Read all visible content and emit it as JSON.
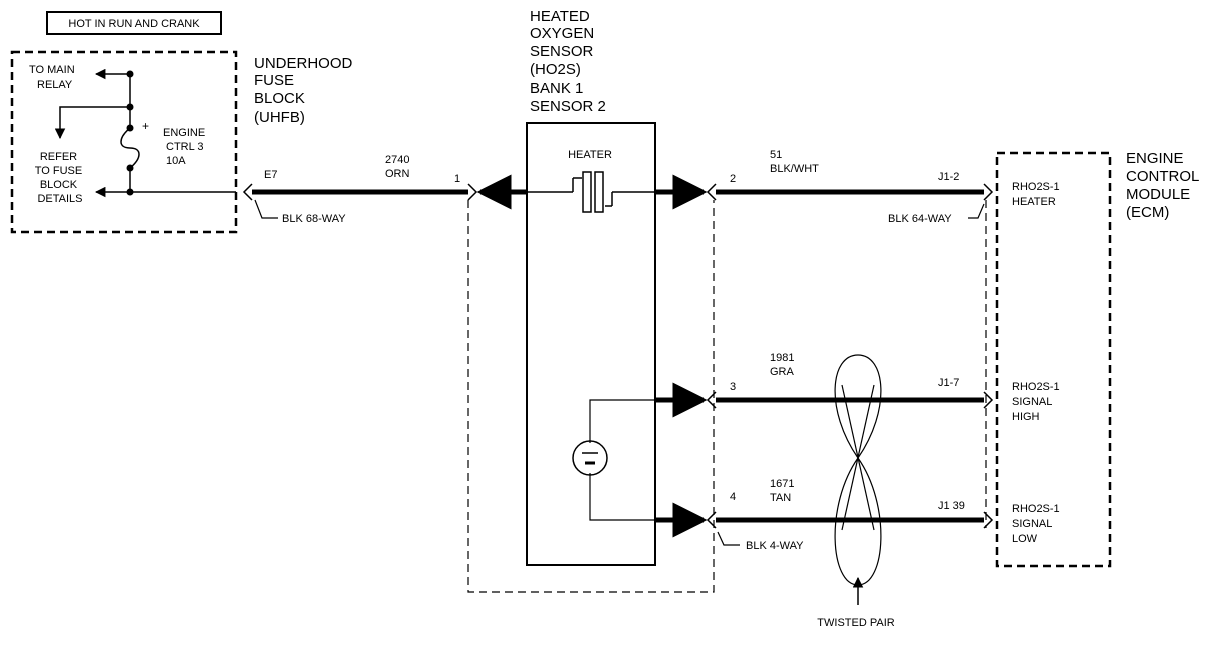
{
  "banner": "HOT IN RUN AND CRANK",
  "fuse_block": {
    "title_lines": [
      "UNDERHOOD",
      "FUSE",
      "BLOCK",
      "(UHFB)"
    ],
    "to_main_lines": [
      "TO MAIN",
      "RELAY"
    ],
    "refer_lines": [
      "REFER",
      "TO FUSE",
      "BLOCK",
      "DETAILS"
    ],
    "polarity": "+",
    "fuse_lines": [
      "ENGINE",
      "CTRL 3",
      "10A"
    ],
    "terminal": "E7",
    "connector": "BLK 68-WAY"
  },
  "wires": {
    "w1_circuit": "2740",
    "w1_color": "ORN",
    "w2_circuit": "51",
    "w2_color": "BLK/WHT",
    "w3_circuit": "1981",
    "w3_color": "GRA",
    "w4_circuit": "1671",
    "w4_color": "TAN"
  },
  "sensor": {
    "title_lines": [
      "HEATED",
      "OXYGEN",
      "SENSOR",
      "(HO2S)",
      "BANK 1",
      "SENSOR 2"
    ],
    "heater_label": "HEATER",
    "pin_1": "1",
    "pin_2": "2",
    "pin_3": "3",
    "pin_4": "4",
    "connector": "BLK 4-WAY"
  },
  "ecm": {
    "title_lines": [
      "ENGINE",
      "CONTROL",
      "MODULE",
      "(ECM)"
    ],
    "pin_a": "J1-2",
    "pin_b": "J1-7",
    "pin_c": "J1 39",
    "connector": "BLK 64-WAY",
    "label_a_lines": [
      "RHO2S-1",
      "HEATER"
    ],
    "label_b_lines": [
      "RHO2S-1",
      "SIGNAL",
      "HIGH"
    ],
    "label_c_lines": [
      "RHO2S-1",
      "SIGNAL",
      "LOW"
    ]
  },
  "twisted_pair_label": "TWISTED PAIR"
}
